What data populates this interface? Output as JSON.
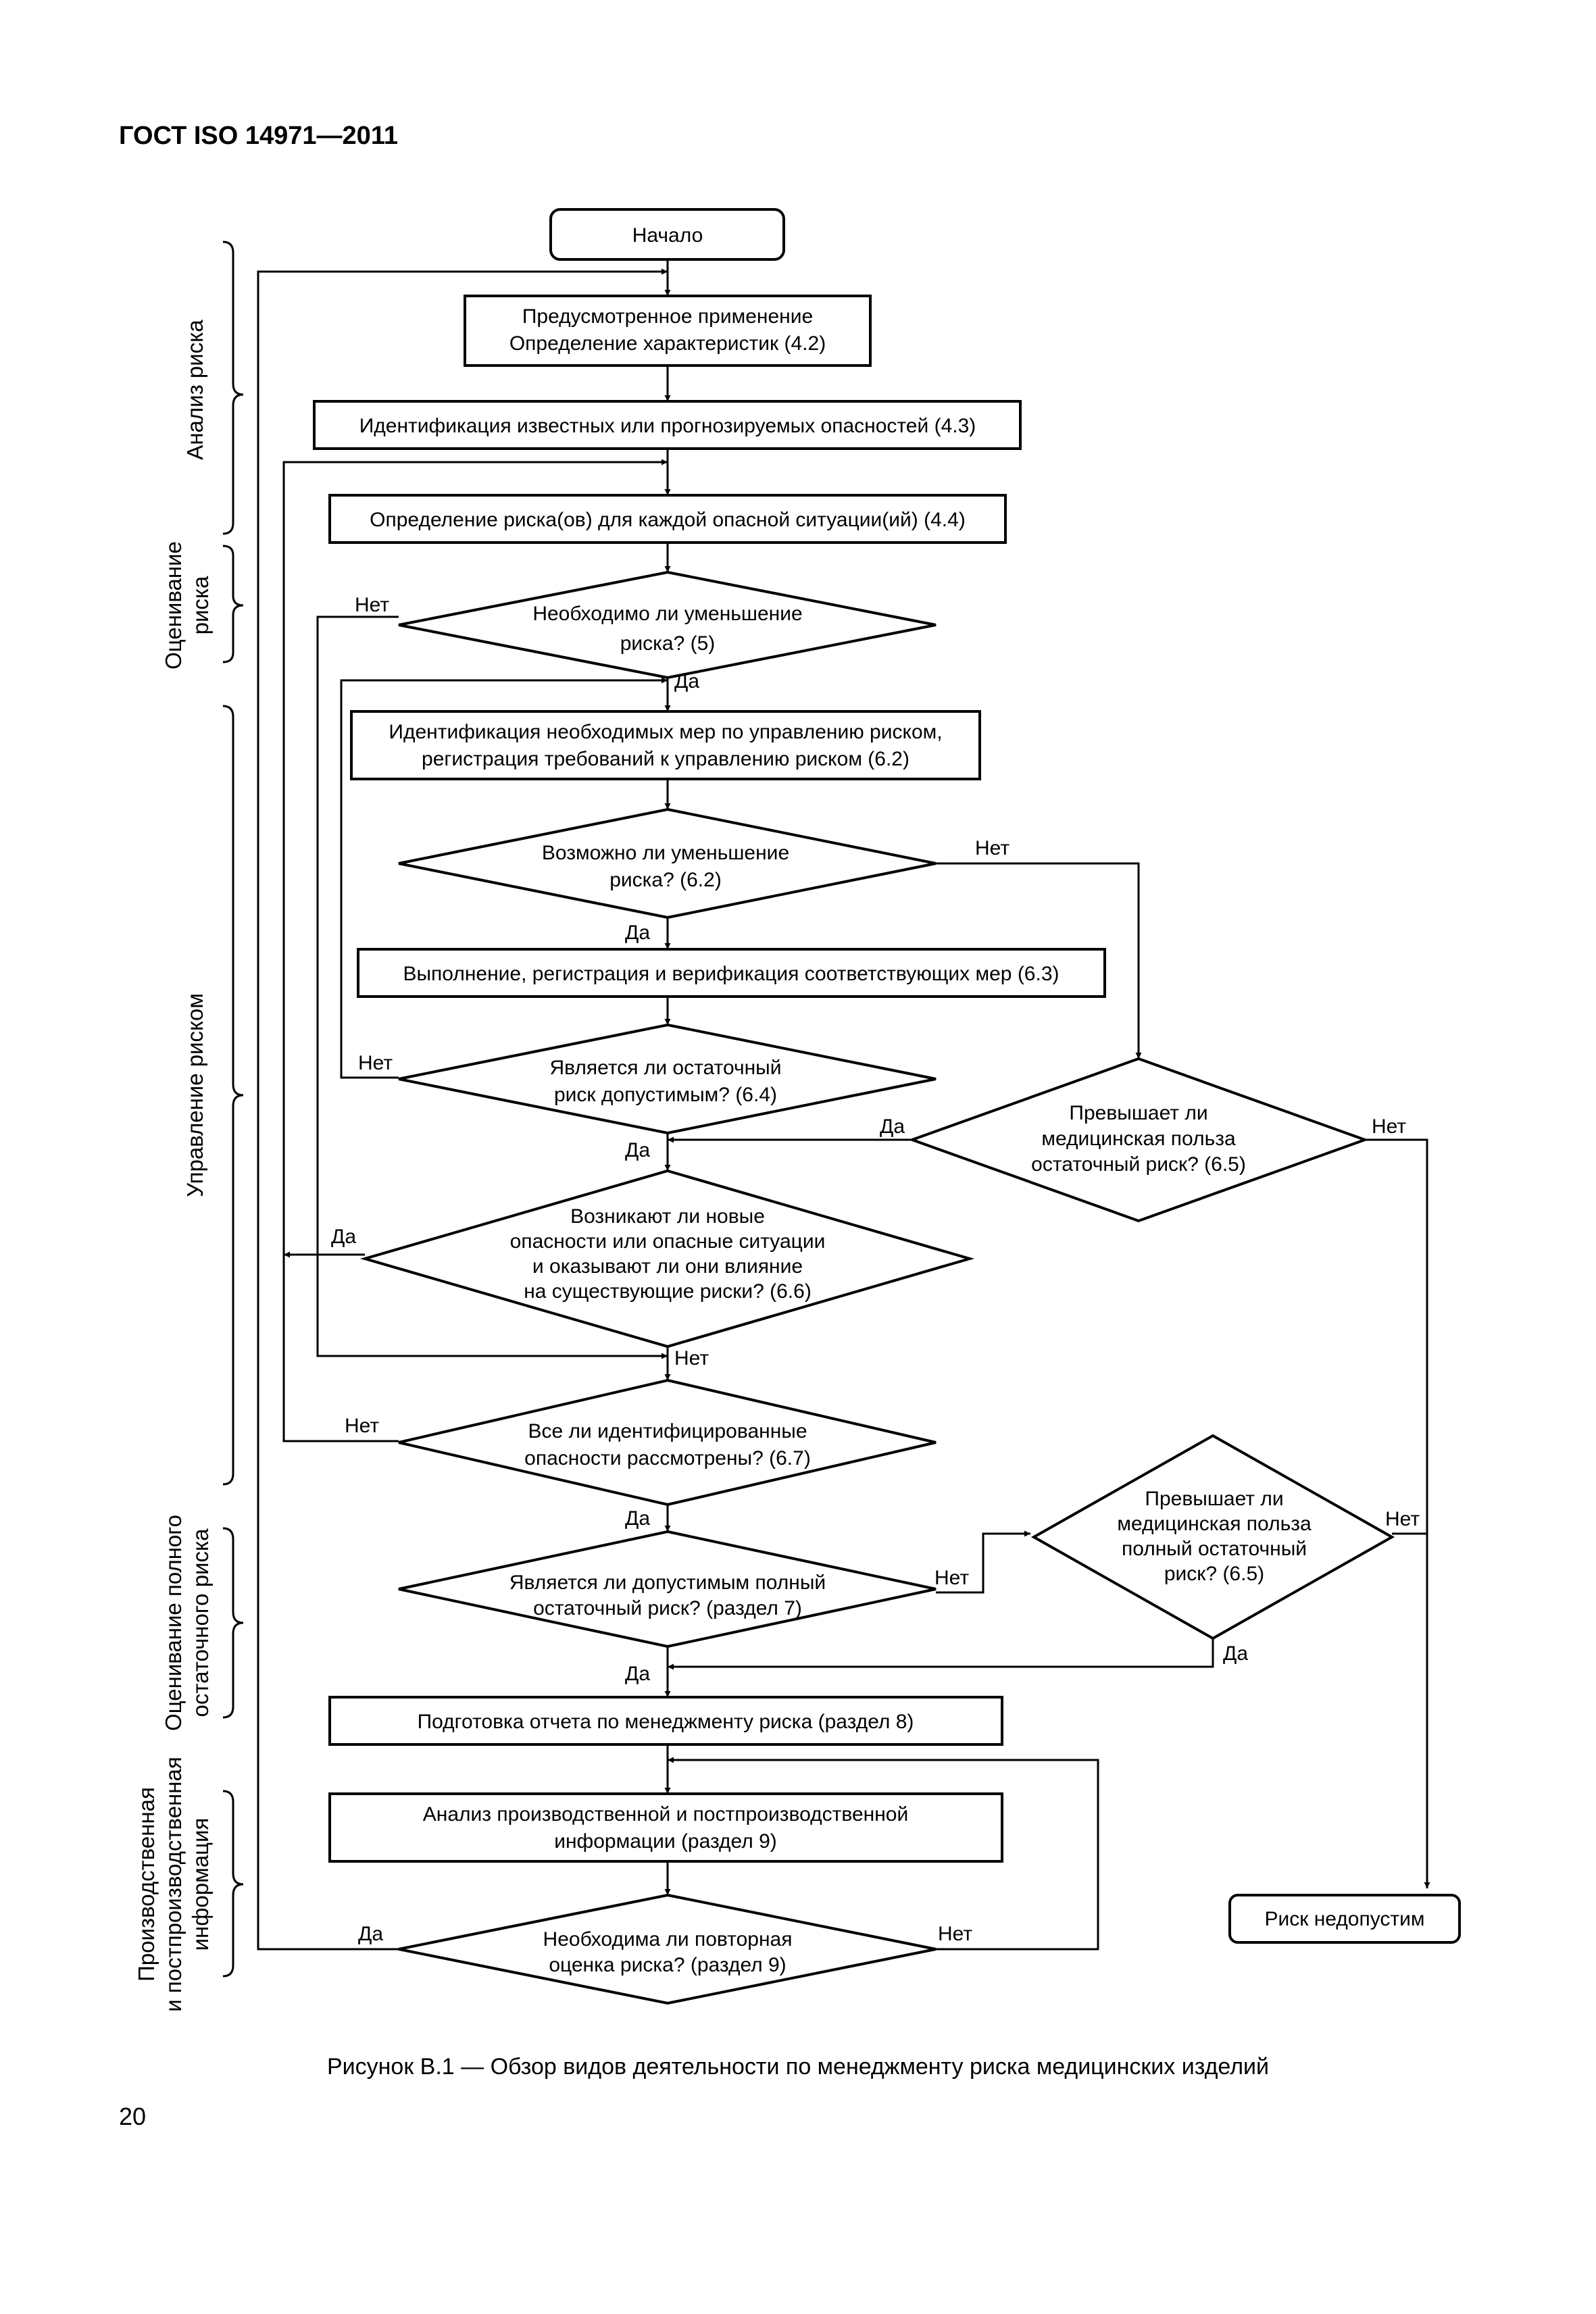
{
  "document": {
    "header": "ГОСТ ISO 14971—2011",
    "caption": "Рисунок В.1 — Обзор видов деятельности по менеджменту риска медицинских изделий",
    "page_number": "20"
  },
  "sections": {
    "analysis": [
      "Анализ риска"
    ],
    "evaluation": [
      "Оценивание",
      "риска"
    ],
    "control": [
      "Управление риском"
    ],
    "overall": [
      "Оценивание полного",
      "остаточного риска"
    ],
    "production": [
      "Производственная",
      "и постпроизводственная",
      "информация"
    ]
  },
  "nodes": {
    "start": [
      "Начало"
    ],
    "intended_use": [
      "Предусмотренное применение",
      "Определение характеристик (4.2)"
    ],
    "hazards": [
      "Идентификация известных или прогнозируемых опасностей (4.3)"
    ],
    "estimation": [
      "Определение риска(ов) для каждой опасной ситуации(ий) (4.4)"
    ],
    "need_reduction": [
      "Необходимо ли уменьшение",
      "риска? (5)"
    ],
    "control_measures": [
      "Идентификация необходимых мер по управлению риском,",
      "регистрация требований к управлению риском (6.2)"
    ],
    "reduction_possible": [
      "Возможно ли уменьшение",
      "риска? (6.2)"
    ],
    "implementation": [
      "Выполнение, регистрация и верификация соответствующих мер (6.3)"
    ],
    "residual_acceptable": [
      "Является ли остаточный",
      "риск допустимым? (6.4)"
    ],
    "benefit_residual": [
      "Превышает ли",
      "медицинская польза",
      "остаточный риск? (6.5)"
    ],
    "new_hazards": [
      "Возникают ли новые",
      "опасности или опасные ситуации",
      "и оказывают ли они влияние",
      "на существующие риски? (6.6)"
    ],
    "all_considered": [
      "Все ли идентифицированные",
      "опасности рассмотрены? (6.7)"
    ],
    "overall_acceptable": [
      "Является ли допустимым полный",
      "остаточный риск? (раздел 7)"
    ],
    "benefit_overall": [
      "Превышает ли",
      "медицинская польза",
      "полный остаточный",
      "риск? (6.5)"
    ],
    "report": [
      "Подготовка отчета по менеджменту риска (раздел 8)"
    ],
    "production_info": [
      "Анализ производственной и постпроизводственной",
      "информации (раздел 9)"
    ],
    "reassessment": [
      "Необходима ли повторная",
      "оценка риска? (раздел 9)"
    ],
    "unacceptable": [
      "Риск недопустим"
    ]
  },
  "labels": {
    "yes": "Да",
    "no": "Нет"
  }
}
